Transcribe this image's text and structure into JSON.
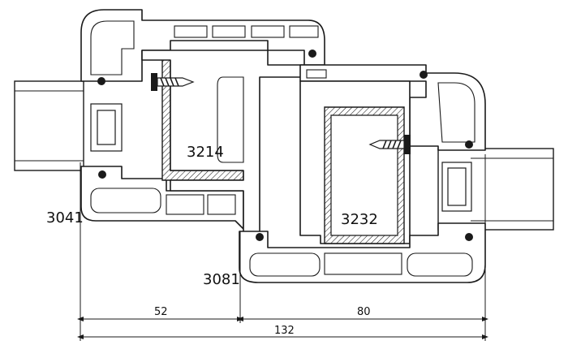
{
  "profiles": {
    "left_sash_reinforcement": "3214",
    "right_sash_reinforcement": "3232",
    "left_frame": "3041",
    "mullion": "3081"
  },
  "dimensions": {
    "left_width": "52",
    "right_width": "80",
    "total_width": "132"
  }
}
